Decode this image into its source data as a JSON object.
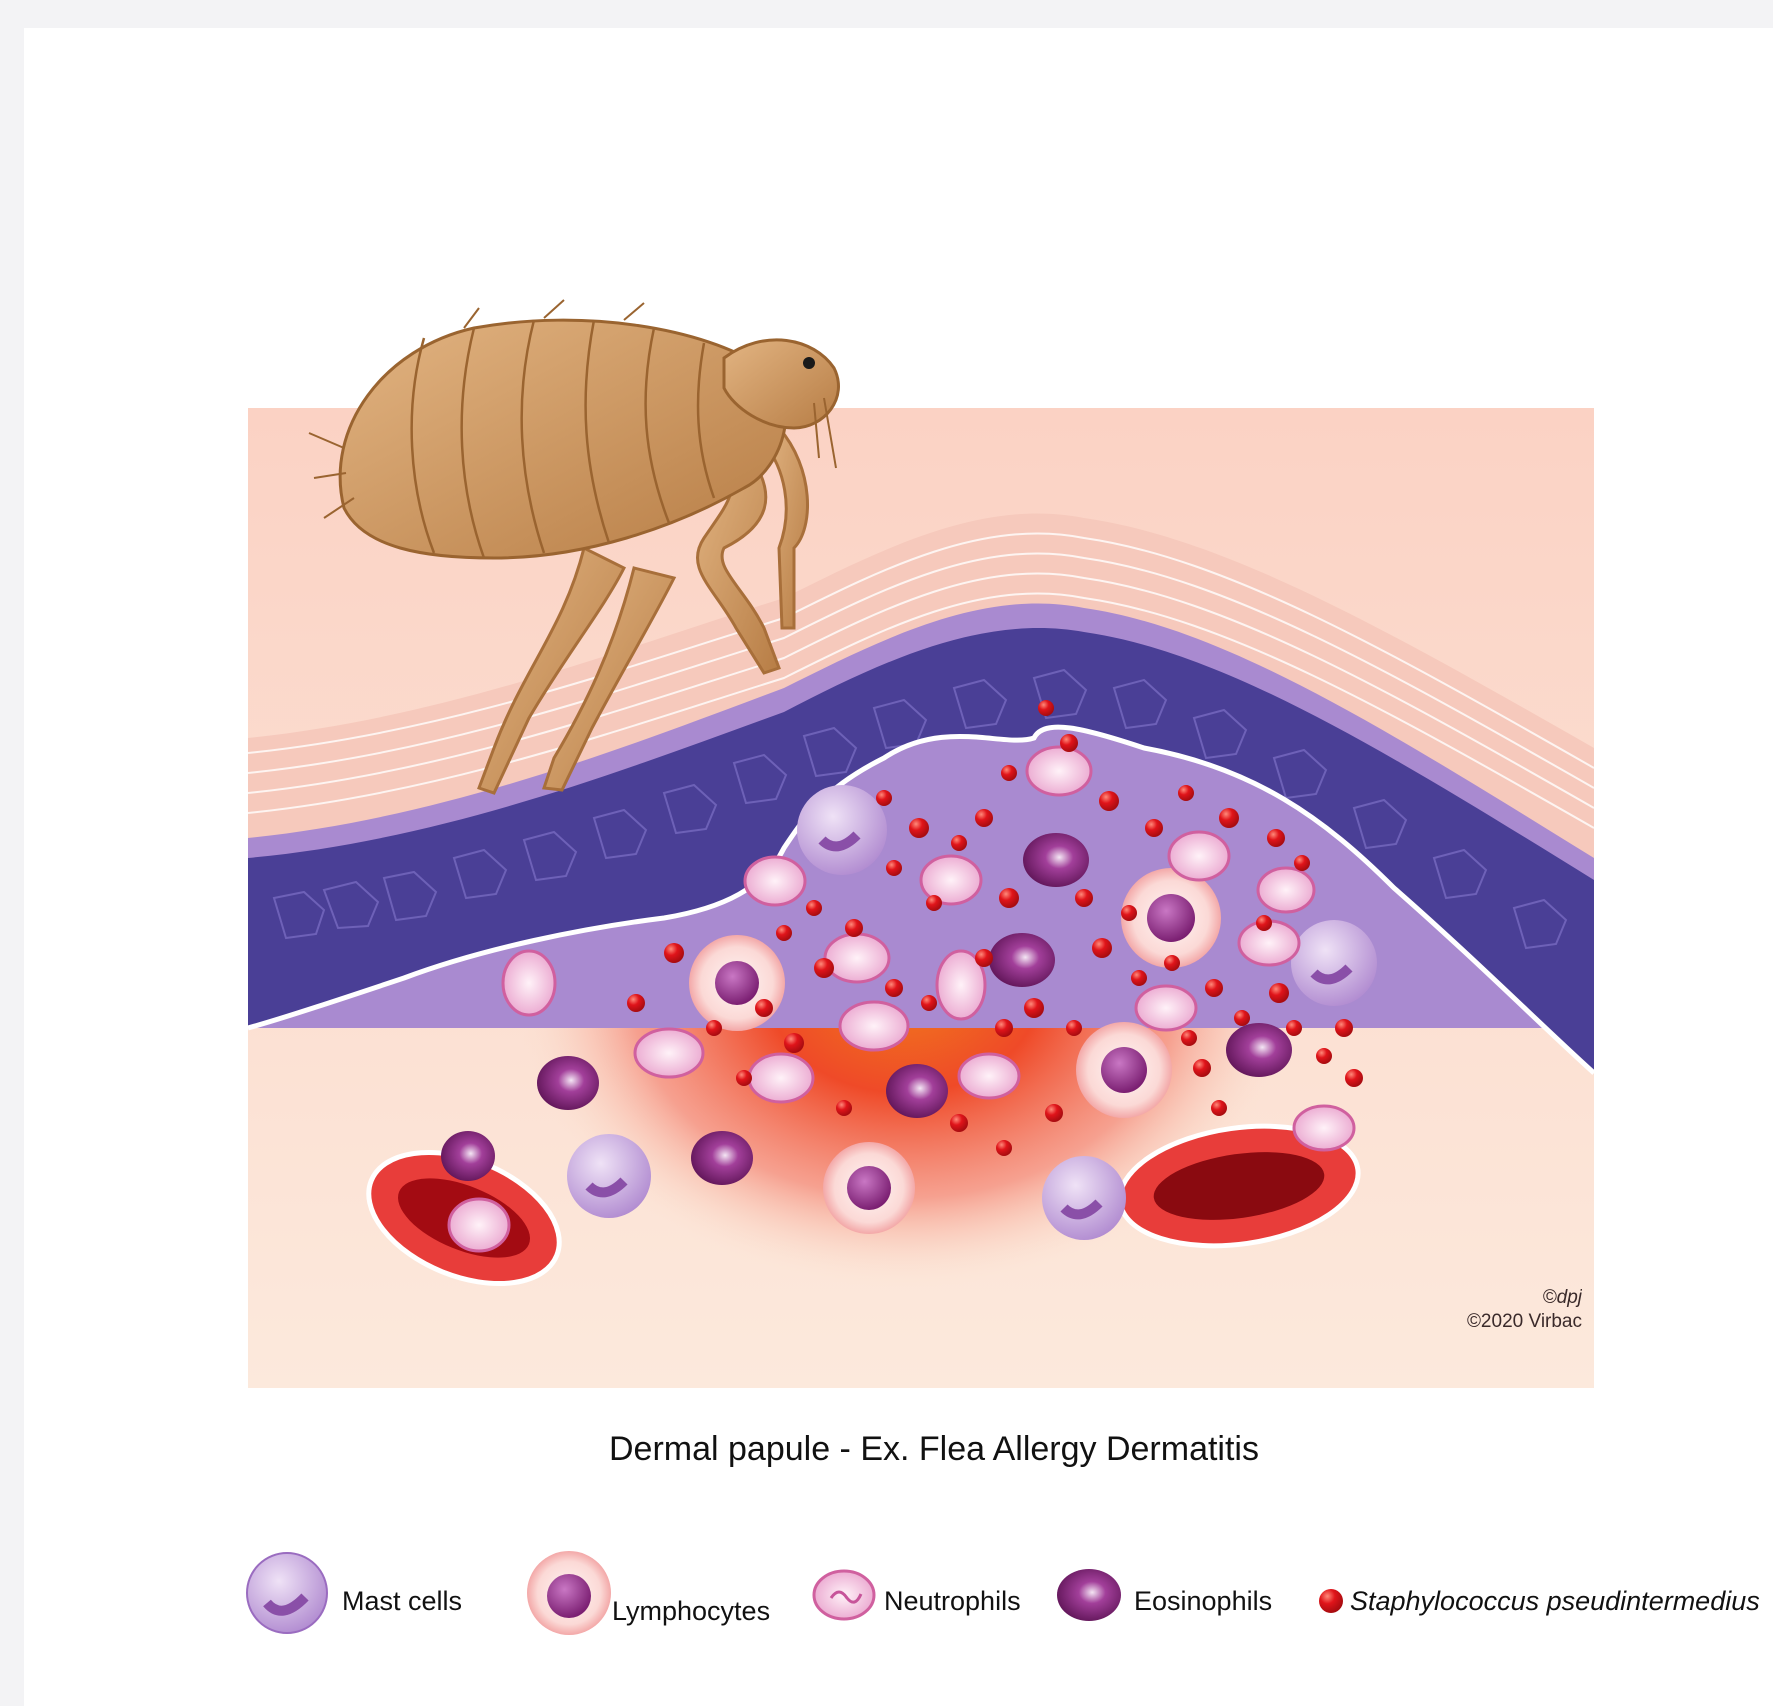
{
  "credits": {
    "artist": "©dpj",
    "copyright": "©2020 Virbac"
  },
  "caption": "Dermal papule - Ex. Flea Allergy Dermatitis",
  "legend": [
    {
      "icon": "mast-cell-icon",
      "label": "Mast cells",
      "italic": false
    },
    {
      "icon": "lymphocyte-icon",
      "label": "Lymphocytes",
      "italic": false
    },
    {
      "icon": "neutrophil-icon",
      "label": "Neutrophils",
      "italic": false
    },
    {
      "icon": "eosinophil-icon",
      "label": "Eosinophils",
      "italic": false
    },
    {
      "icon": "staphylococcus-icon",
      "label": "Staphylococcus pseudintermedius",
      "italic": true
    }
  ],
  "colors": {
    "stratum_corneum": "#f6c9bc",
    "epidermis": "#4a3f96",
    "granular_layer": "#a98ad0",
    "dermis": "#fbe2d0",
    "inflammation": "#ef4a2a",
    "bacteria": "#d9131a",
    "flea": "#c9945e"
  }
}
